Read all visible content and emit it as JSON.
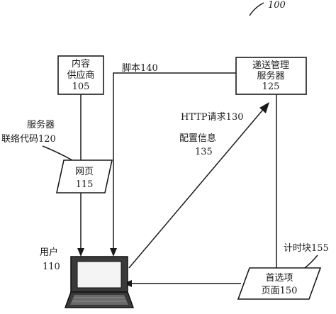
{
  "figure_ref": "100",
  "content_provider": {
    "line1": "内容",
    "line2": "供应商",
    "num": "105"
  },
  "delivery_server": {
    "line1": "递送管理",
    "line2": "服务器",
    "num": "125"
  },
  "script_label": "脚本140",
  "server_code": {
    "line1": "服务器",
    "line2": "联络代码120"
  },
  "webpage": {
    "line1": "网页",
    "line2": "115"
  },
  "http_request": "HTTP请求130",
  "config_info": {
    "line1": "配置信息",
    "line2": "135"
  },
  "user": {
    "line1": "用户",
    "line2": "110"
  },
  "timer_block": "计时块155",
  "preferences_page": {
    "line1": "首选项",
    "line2": "页面150"
  }
}
